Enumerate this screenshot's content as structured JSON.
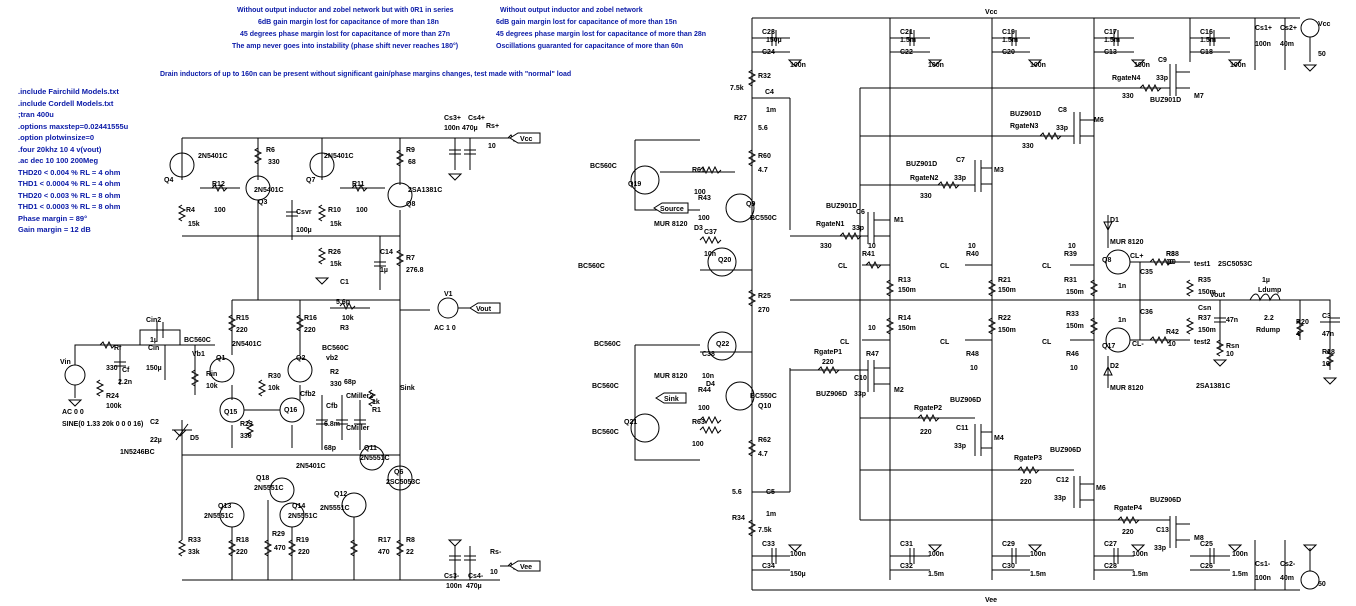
{
  "notes": {
    "left": [
      "Without output inductor and zobel network but with 0R1 in series",
      "6dB gain margin lost for capacitance of more than 18n",
      "45 degrees phase margin lost for capacitance of more than 27n",
      "The amp never goes into instability (phase shift never reaches 180°)"
    ],
    "right": [
      "Without output inductor and zobel network",
      "6dB gain margin lost for capacitance of more than 15n",
      "45 degrees phase margin lost for capacitance of more than 28n",
      "Oscillations guaranted for capacitance of more than 60n"
    ],
    "drain": "Drain inductors of up to 160n can be present without significant gain/phase margins changes, test made with \"normal\" load"
  },
  "spice": [
    ".include Fairchild Models.txt",
    ".include Cordell Models.txt",
    ";tran 400u",
    ".options maxstep=0.02441555u",
    ".option plotwinsize=0",
    ".four 20khz 10 4 v(vout)",
    ".ac dec 10 100 200Meg",
    "THD20 < 0.004 % RL = 4 ohm",
    "THD1 < 0.0004 % RL = 4 ohm",
    "THD20 < 0.003 % RL = 8 ohm",
    "THD1 < 0.0003 % RL = 8 ohm",
    "Phase margin = 89°",
    "Gain margin = 12 dB"
  ],
  "labels": {
    "vcc": "Vcc",
    "vee": "Vee",
    "vout": "Vout",
    "vin": "Vin",
    "source": "Source",
    "sink": "Sink",
    "c23": "C23",
    "c23v": "150µ",
    "c24": "C24",
    "c24v": "100n",
    "c21": "C21",
    "c21v": "1.5m",
    "c22": "C22",
    "c22v": "100n",
    "c19": "C19",
    "c19v": "1.5m",
    "c20": "C20",
    "c20v": "100n",
    "c17": "C17",
    "c17v": "1.5m",
    "c13": "C13",
    "c13v": "100n",
    "c16": "C16",
    "c16v": "1.5m",
    "c18": "C18",
    "c18v": "100n",
    "cs1p": "Cs1+",
    "cs1pv": "100n",
    "cs2p": "Cs2+",
    "cs2pv": "40m",
    "vcc_src": "Vcc",
    "vcc_srcv": "50",
    "r32": "R32",
    "r32v": "7.5k",
    "c4": "C4",
    "c4v": "1m",
    "r27": "R27",
    "r27v": "5.6",
    "r60": "R60",
    "r60v": "4.7",
    "q19": "Q19",
    "q19t": "BC560C",
    "r61": "R61",
    "r61v": "100",
    "r43": "R43",
    "r43v": "100",
    "q9": "Q9",
    "q9t": "BC550C",
    "d3": "D3",
    "d3t": "MUR 8120",
    "c37": "C37",
    "c37v": "10n",
    "q20": "Q20",
    "q20t": "BC560C",
    "r25": "R25",
    "r25v": "270",
    "q22": "Q22",
    "q22t": "BC560C",
    "c38": "C38",
    "c38v": "10n",
    "d4": "D4",
    "d4t": "MUR 8120",
    "r44": "R44",
    "r44v": "100",
    "q10": "Q10",
    "q10t": "BC550C",
    "q21": "Q21",
    "q21t": "BC560C",
    "r63": "R63",
    "r63v": "100",
    "r62": "R62",
    "r62v": "4.7",
    "c5": "C5",
    "c5v": "1m",
    "r5v": "5.6",
    "r34": "R34",
    "r34v": "7.5k",
    "c33": "C33",
    "c33v": "100n",
    "c34": "C34",
    "c34v": "150µ",
    "m7": "M7",
    "m7t": "BUZ901D",
    "c9": "C9",
    "c9v": "33p",
    "rg4": "RgateN4",
    "rg4v": "330",
    "m6": "M6",
    "m6t": "BUZ901D",
    "c8": "C8",
    "c8v": "33p",
    "rg3": "RgateN3",
    "rg3v": "330",
    "m3": "M3",
    "m3t": "BUZ901D",
    "c7": "C7",
    "c7v": "33p",
    "rg2": "RgateN2",
    "rg2v": "330",
    "m1": "M1",
    "m1t": "BUZ901D",
    "c6": "C6",
    "c6v": "33p",
    "rg1": "RgateN1",
    "rg1v": "330",
    "r41": "R41",
    "r41v": "10",
    "r40": "R40",
    "r40v": "10",
    "r39": "R39",
    "r39v": "10",
    "r38": "R38",
    "r38v": "10",
    "r13": "R13",
    "r13v": "150m",
    "r21": "R21",
    "r21v": "150m",
    "r31": "R31",
    "r31v": "150m",
    "r14": "R14",
    "r14v": "150m",
    "r22": "R22",
    "r22v": "150m",
    "r33": "R33",
    "r33v": "150m",
    "r47": "R47",
    "r47v": "10",
    "r48": "R48",
    "r48v": "10",
    "r46": "R46",
    "r46v": "10",
    "r42": "R42",
    "r42v": "10",
    "m2": "M2",
    "m2t": "BUZ906D",
    "c10": "C10",
    "c10v": "33p",
    "rgp1": "RgateP1",
    "rgp1v": "220",
    "m4": "M4",
    "m4t": "BUZ906D",
    "c11": "C11",
    "c11v": "33p",
    "rgp2": "RgateP2",
    "rgp2v": "220",
    "m6p": "M6",
    "m6pt": "BUZ906D",
    "c12": "C12",
    "c12v": "33p",
    "rgp3": "RgateP3",
    "rgp3v": "220",
    "m8": "M8",
    "m8t": "BUZ906D",
    "c13b": "C13",
    "c13bv": "33p",
    "rgp4": "RgateP4",
    "rgp4v": "220",
    "c31": "C31",
    "c31v": "100n",
    "c32": "C32",
    "c32v": "1.5m",
    "c29": "C29",
    "c29v": "100n",
    "c30": "C30",
    "c30v": "1.5m",
    "c27": "C27",
    "c27v": "100n",
    "c28": "C28",
    "c28v": "1.5m",
    "c25": "C25",
    "c25v": "100n",
    "c26": "C26",
    "c26v": "1.5m",
    "cs1m": "Cs1-",
    "cs1mv": "100n",
    "cs2m": "Cs2-",
    "cs2mv": "40m",
    "vee_srcv": "50",
    "d1": "D1",
    "d1t": "MUR 8120",
    "d2": "D2",
    "d2t": "MUR 8120",
    "q8": "Q8",
    "q17": "Q17",
    "c35": "C35",
    "c35v": "1n",
    "c36": "C36",
    "c36v": "1n",
    "r8": "R8",
    "r8v": "10",
    "r35": "R35",
    "r35v": "150m",
    "r37": "R37",
    "r37v": "150m",
    "test1": "test1",
    "test2": "test2",
    "t2sc": "2SC5053C",
    "t2sa": "2SA1381C",
    "csn": "Csn",
    "csnv": "47n",
    "rsn": "Rsn",
    "rsnv": "10",
    "ldump": "Ldump",
    "ldumpv": "1µ",
    "rdump": "Rdump",
    "rdumpv": "2.2",
    "r20": "R20",
    "r20v": "4",
    "c3": "C3",
    "c3v": "47n",
    "r28": "R28",
    "r28v": "10",
    "clp": "CL+",
    "clm": "CL-",
    "cl": "CL",
    "q4": "Q4",
    "q4t": "2N5401C",
    "r12": "R12",
    "r12v": "100",
    "r4": "R4",
    "r4v": "15k",
    "r6": "R6",
    "r6v": "330",
    "q3": "Q3",
    "q3t": "2N5401C",
    "q7": "Q7",
    "q7t": "2N5401C",
    "r11": "R11",
    "r11v": "100",
    "r10": "R10",
    "r10v": "15k",
    "r9": "R9",
    "r9v": "68",
    "q8s": "Q8",
    "q8st": "2SA1381C",
    "csvr": "Csvr",
    "csvrv": "100µ",
    "r26": "R26",
    "r26v": "15k",
    "c14": "C14",
    "c14v": "1µ",
    "r7": "R7",
    "r7v": "276.8",
    "cs3p": "Cs3+",
    "cs3pv": "100n",
    "cs4p": "Cs4+",
    "cs4pv": "470µ",
    "rsp": "Rs+",
    "rspv": "10",
    "c1": "C1",
    "c1v": "5.6p",
    "r3": "R3",
    "r3v": "10k",
    "v1": "V1",
    "v1v": "AC 1 0",
    "r15": "R15",
    "r15v": "220",
    "r16": "R16",
    "r16v": "220",
    "q1": "Q1",
    "q1t": "BC560C",
    "q1b": "2N5401C",
    "q2": "Q2",
    "q2t": "BC560C",
    "vb1": "Vb1",
    "vb2": "vb2",
    "cin2": "Cin2",
    "cin2v": "1µ",
    "cin": "Cin",
    "cinv": "150µ",
    "rf": "Rf",
    "rfv": "330",
    "cf": "Cf",
    "cfv": "2.2n",
    "rin": "Rin",
    "rinv": "10k",
    "r24": "R24",
    "r24v": "100k",
    "vin_src1": "AC 0 0",
    "vin_src2": "SINE(0 1.33 20k 0 0 0 16)",
    "r2": "R2",
    "r2v": "330",
    "r30": "R30",
    "r30v": "10k",
    "cfb2": "Cfb2",
    "cfb": "Cfb",
    "cfbv": "6.8m",
    "cm2": "CMiller2",
    "cm2v": "68p",
    "r1": "R1",
    "r1v": "1k",
    "cm": "CMiller",
    "cmv": "68p",
    "q15": "Q15",
    "q16": "Q16",
    "r23": "R23",
    "r23v": "330",
    "c2": "C2",
    "c2v": "22µ",
    "d5": "D5",
    "d5t": "1N5246BC",
    "q11": "Q11",
    "q11t": "2N5551C",
    "q6": "Q6",
    "q6t": "2SC5053C",
    "q18": "Q18",
    "q18t": "2N5551C",
    "q18b": "2N5401C",
    "q13": "Q13",
    "q13t": "2N5551C",
    "q14": "Q14",
    "q14t": "2N5551C",
    "q12": "Q12",
    "q12t": "2N5551C",
    "r18": "R18",
    "r18v": "220",
    "r29": "R29",
    "r29v": "470",
    "r19": "R19",
    "r19v": "220",
    "r17": "R17",
    "r17v": "470",
    "r8b": "R8",
    "r8bv": "22",
    "r33b": "R33",
    "r33bv": "33k",
    "cs3m": "Cs3-",
    "cs3mv": "100n",
    "cs4m": "Cs4-",
    "cs4mv": "470µ",
    "rsm": "Rs-",
    "rsmv": "10"
  }
}
